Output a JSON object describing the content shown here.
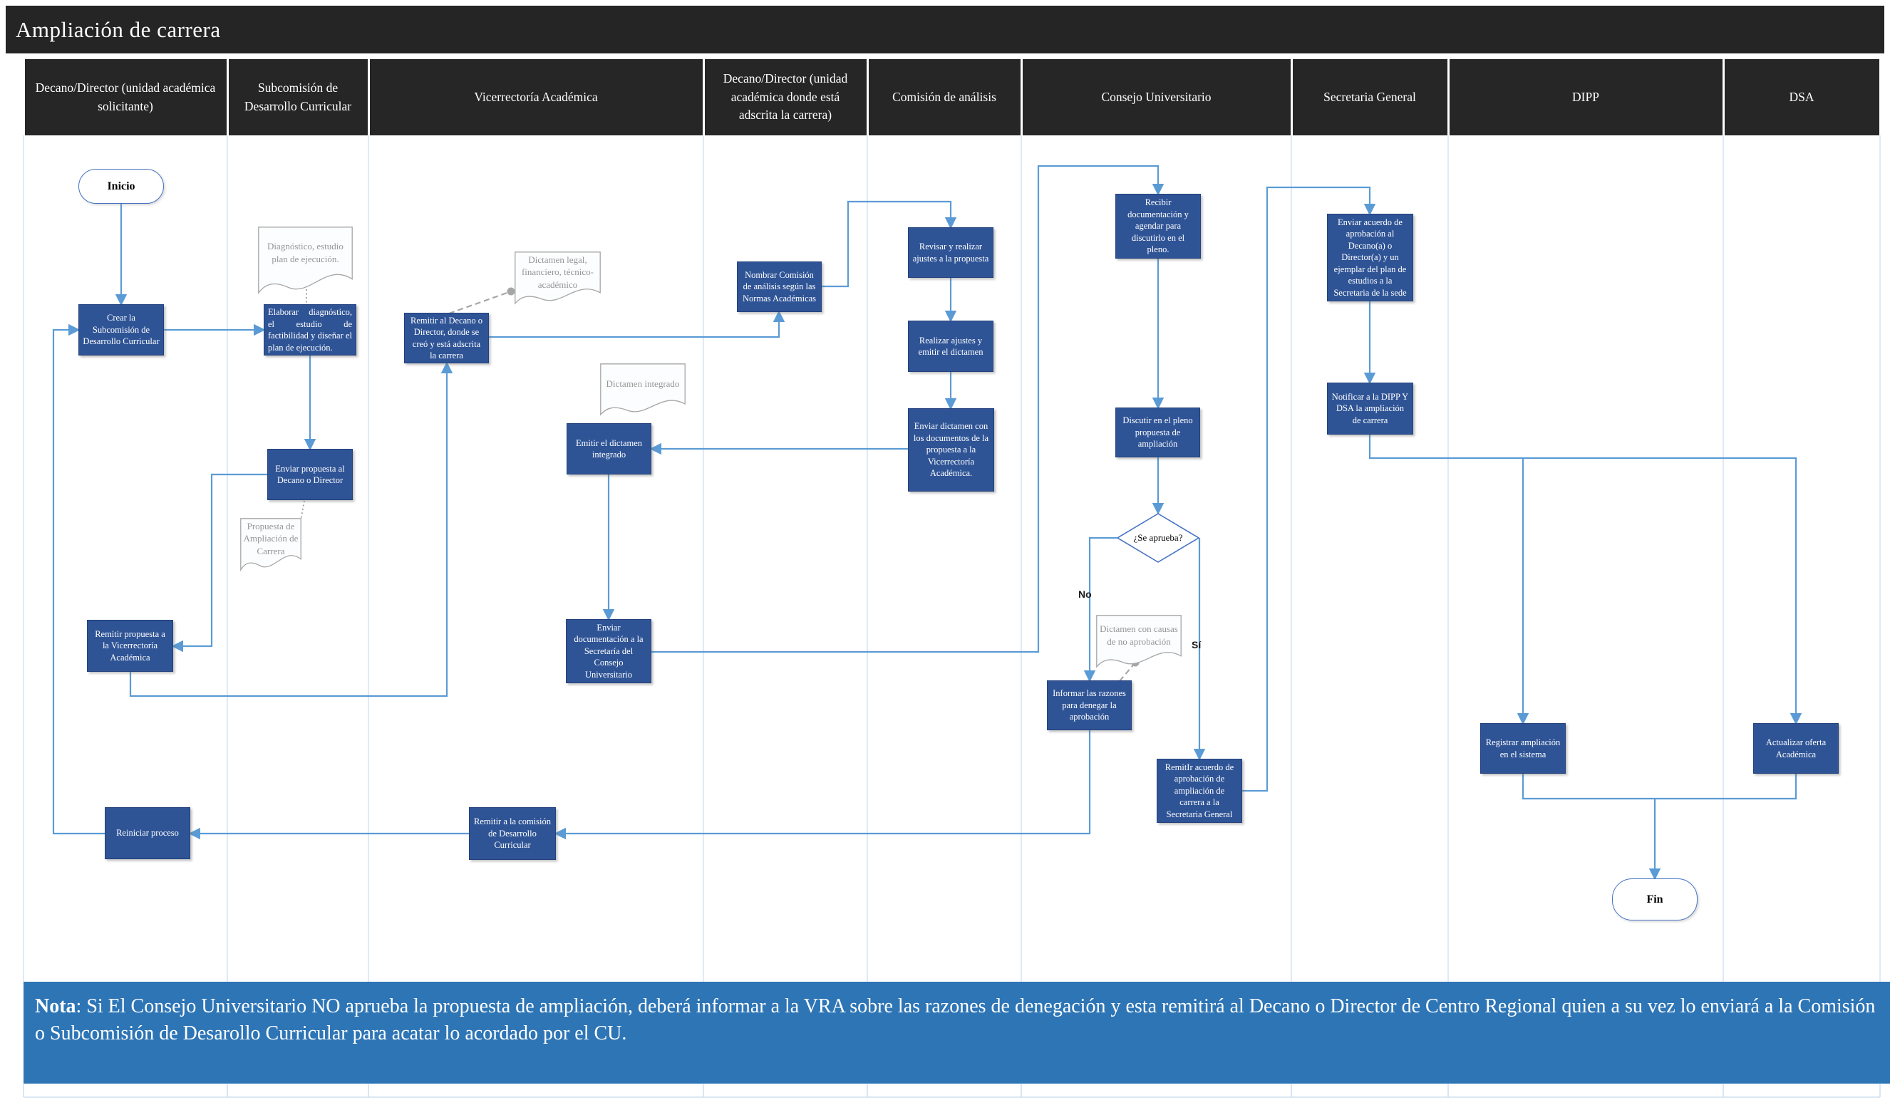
{
  "title": "Ampliación de carrera",
  "lanes": [
    "Decano/Director (unidad académica solicitante)",
    "Subcomisión de Desarrollo Curricular",
    "Vicerrectoría Académica",
    "Decano/Director (unidad académica donde está adscrita la carrera)",
    "Comisión de análisis",
    "Consejo Universitario",
    "Secretaria General",
    "DIPP",
    "DSA"
  ],
  "nodes": {
    "inicio": "Inicio",
    "crear_subcomision": "Crear la Subcomisión de Desarrollo Curricular",
    "doc_diagnostico": "Diagnóstico, estudio plan de ejecución.",
    "elaborar_diagnostico": "Elaborar diagnóstico, el estudio de factibilidad y diseñar el plan de ejecución.",
    "enviar_propuesta": "Enviar propuesta al Decano o Director",
    "doc_propuesta": "Propuesta de Ampliación de Carrera",
    "remitir_propuesta": "Remitir propuesta  a la Vicerrectoría Académica",
    "remitir_decano": "Remitir al Decano o Director, donde se creó y está adscrita la carrera",
    "doc_dictamen_legal": "Dictamen legal, financiero, técnico-académico",
    "doc_dictamen_integrado": "Dictamen integrado",
    "emitir_dictamen": "Emitir el dictamen integrado",
    "enviar_documentacion": "Enviar documentación a la Secretaría del Consejo Universitario",
    "nombrar_comision": "Nombrar Comisión de análisis según las Normas Académicas",
    "revisar_ajustes": "Revisar y realizar ajustes a la propuesta",
    "realizar_ajustes": "Realizar ajustes y emitir el dictamen",
    "enviar_dictamen": "Enviar dictamen con los documentos de la propuesta a la Vicerrectoría Académica.",
    "recibir_documentacion": "Recibir documentación y agendar para discutirlo en el pleno.",
    "discutir_pleno": "Discutir en el pleno propuesta de ampliación",
    "se_aprueba": "¿Se aprueba?",
    "doc_dictamen_no": "Dictamen con causas de no aprobación",
    "informar_razones": "Informar las razones para denegar la aprobación",
    "remitir_acuerdo": "RemitIr  acuerdo de aprobación de ampliación de carrera a la Secretaria General",
    "enviar_acuerdo": "Enviar acuerdo de aprobación al Decano(a) o Director(a) y un ejemplar del plan de estudios a la Secretaria de la sede",
    "notificar_dipp": "Notificar a la DIPP Y DSA la ampliación de carrera",
    "registrar_ampliacion": "Registrar ampliación  en el sistema",
    "actualizar_oferta": "Actualizar oferta Académica",
    "fin": "Fin",
    "remitir_comision": "Remitir a la comisión de Desarrollo Curricular",
    "reiniciar_proceso": "Reiniciar proceso"
  },
  "decision_labels": {
    "no": "No",
    "si": "Sí"
  },
  "note": {
    "label": "Nota",
    "text": ": Si El Consejo Universitario NO aprueba la propuesta de ampliación, deberá informar a la VRA sobre las razones de denegación y esta remitirá al Decano o Director de Centro Regional quien a su vez lo enviará a la Comisión o Subcomisión de Desarollo Curricular para acatar lo acordado por el CU."
  },
  "colors": {
    "header_bg": "#262626",
    "process_fill": "#2F5496",
    "connector": "#5B9BD5",
    "shape_stroke": "#4472C4",
    "document_stroke": "#A6A6A6",
    "note_bg": "#2E75B6"
  }
}
